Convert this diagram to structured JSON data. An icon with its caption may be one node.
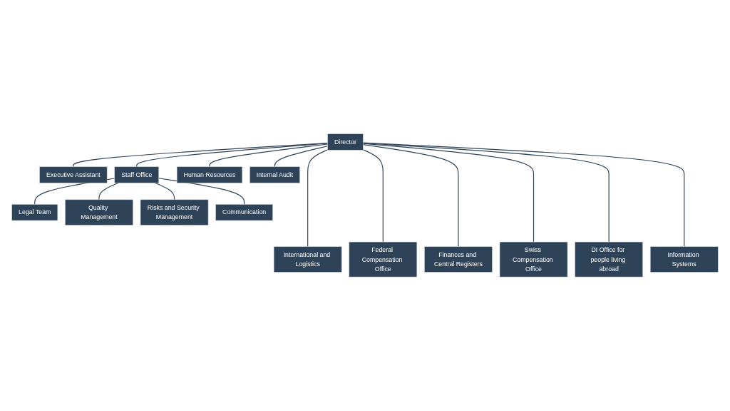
{
  "diagram": {
    "nodes": [
      {
        "text": [
          "Director"
        ]
      },
      {
        "text": [
          "Executive Assistant"
        ]
      },
      {
        "text": [
          "Staff Office"
        ]
      },
      {
        "text": [
          "Human Resources"
        ]
      },
      {
        "text": [
          "Internal Audit"
        ]
      },
      {
        "text": [
          "Legal Team"
        ]
      },
      {
        "text": [
          "Quality Management"
        ]
      },
      {
        "text": [
          "Risks and Security Management"
        ]
      },
      {
        "text": [
          "Communication"
        ]
      },
      {
        "text": [
          "International and Logistics"
        ]
      },
      {
        "text": [
          "Federal Compensation Office"
        ]
      },
      {
        "text": [
          "Finances and Central Registers"
        ]
      },
      {
        "text": [
          "Swiss Compensation Office"
        ]
      },
      {
        "text": [
          "DI Office for people living abroad"
        ]
      },
      {
        "text": [
          "Information Systems"
        ]
      }
    ],
    "edges": [
      {
        "from": 0,
        "to": 1,
        "arrow": "none"
      },
      {
        "from": 0,
        "to": 2,
        "arrow": "none"
      },
      {
        "from": 0,
        "to": 3,
        "arrow": "none"
      },
      {
        "from": 0,
        "to": 4,
        "arrow": "none"
      },
      {
        "from": 2,
        "to": 5,
        "arrow": "none"
      },
      {
        "from": 2,
        "to": 6,
        "arrow": "none"
      },
      {
        "from": 2,
        "to": 7,
        "arrow": "none"
      },
      {
        "from": 2,
        "to": 8,
        "arrow": "none"
      },
      {
        "from": 0,
        "to": 9,
        "arrow": "none"
      },
      {
        "from": 0,
        "to": 10,
        "arrow": "none"
      },
      {
        "from": 0,
        "to": 11,
        "arrow": "none"
      },
      {
        "from": 0,
        "to": 12,
        "arrow": "none"
      },
      {
        "from": 0,
        "to": 13,
        "arrow": "none"
      },
      {
        "from": 0,
        "to": 14,
        "arrow": "none"
      }
    ]
  }
}
